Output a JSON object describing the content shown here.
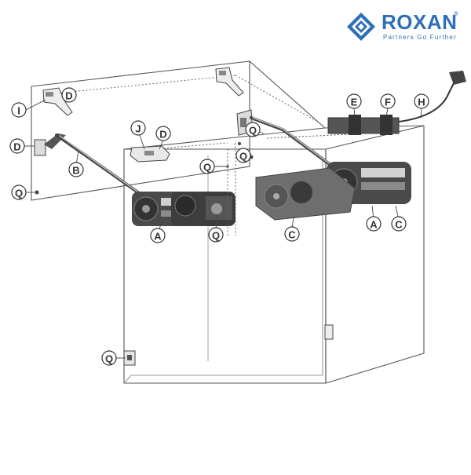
{
  "brand": {
    "name": "ROXAN",
    "registered": "®",
    "tagline": "Partners Go Further",
    "color": "#2d6fb8"
  },
  "labels": {
    "A1": "A",
    "A2": "A",
    "B": "B",
    "C1": "C",
    "C2": "C",
    "D1": "D",
    "D2": "D",
    "D3": "D",
    "E": "E",
    "F": "F",
    "H": "H",
    "I": "I",
    "J": "J",
    "Q1": "Q",
    "Q2": "Q",
    "Q3": "Q",
    "Q4": "Q",
    "Q5": "Q",
    "Q6": "Q"
  },
  "colors": {
    "mechanism": "#4a4a4a",
    "cover": "#6e6e6e",
    "outline": "#555555"
  }
}
